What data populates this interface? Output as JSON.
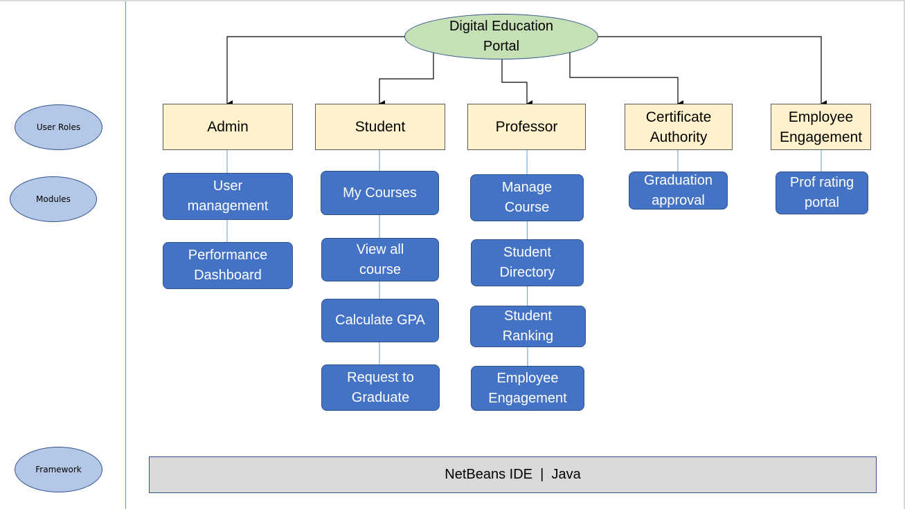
{
  "side_labels": {
    "user_roles": "User Roles",
    "modules": "Modules",
    "framework": "Framework"
  },
  "root": {
    "line1": "Digital Education",
    "line2": "Portal"
  },
  "roles": {
    "admin": {
      "line1": "Admin"
    },
    "student": {
      "line1": "Student"
    },
    "professor": {
      "line1": "Professor"
    },
    "certificate_authority": {
      "line1": "Certificate",
      "line2": "Authority"
    },
    "employee_engagement": {
      "line1": "Employee",
      "line2": "Engagement"
    }
  },
  "modules": {
    "admin": [
      {
        "line1": "User",
        "line2": "management"
      },
      {
        "line1": "Performance",
        "line2": "Dashboard"
      }
    ],
    "student": [
      {
        "line1": "My Courses"
      },
      {
        "line1": "View all",
        "line2": "course"
      },
      {
        "line1": "Calculate GPA"
      },
      {
        "line1": "Request to",
        "line2": "Graduate"
      }
    ],
    "professor": [
      {
        "line1": "Manage",
        "line2": "Course"
      },
      {
        "line1": "Student",
        "line2": "Directory"
      },
      {
        "line1": "Student",
        "line2": "Ranking"
      },
      {
        "line1": "Employee",
        "line2": "Engagement"
      }
    ],
    "certificate_authority": [
      {
        "line1": "Graduation",
        "line2": "approval"
      }
    ],
    "employee_engagement": [
      {
        "line1": "Prof rating",
        "line2": "portal"
      }
    ]
  },
  "framework": {
    "label": "NetBeans IDE  |  Java"
  },
  "colors": {
    "root_fill": "#c5e0b4",
    "role_fill": "#fff2cc",
    "module_fill": "#4472c4",
    "side_fill": "#b4c7e7",
    "framework_fill": "#d9d9d9",
    "divider": "#5b9bd5"
  }
}
